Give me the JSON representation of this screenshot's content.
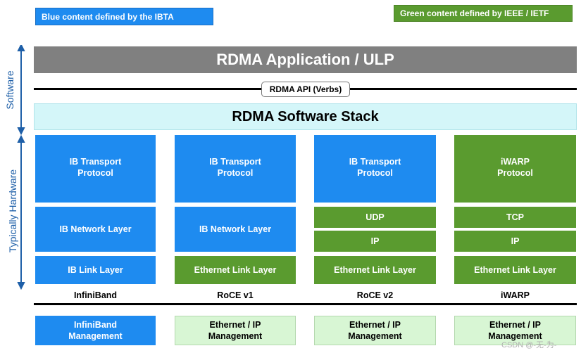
{
  "legend": {
    "blue": "Blue content defined by the IBTA",
    "green": "Green content defined by IEEE / IETF"
  },
  "side_labels": {
    "software": "Software",
    "hardware": "Typically Hardware"
  },
  "layers": {
    "application": "RDMA Application / ULP",
    "api": "RDMA API (Verbs)",
    "software_stack": "RDMA Software Stack"
  },
  "columns": [
    {
      "name": "InfiniBand",
      "transport": "IB Transport\nProtocol",
      "network": "IB Network Layer",
      "link": "IB Link Layer",
      "management": "InfiniBand\nManagement"
    },
    {
      "name": "RoCE v1",
      "transport": "IB Transport\nProtocol",
      "network": "IB Network Layer",
      "link": "Ethernet Link Layer",
      "management": "Ethernet / IP\nManagement"
    },
    {
      "name": "RoCE v2",
      "transport": "IB Transport\nProtocol",
      "network_upper": "UDP",
      "network_lower": "IP",
      "link": "Ethernet Link Layer",
      "management": "Ethernet / IP\nManagement"
    },
    {
      "name": "iWARP",
      "transport": "iWARP\nProtocol",
      "network_upper": "TCP",
      "network_lower": "IP",
      "link": "Ethernet Link Layer",
      "management": "Ethernet / IP\nManagement"
    }
  ],
  "watermark": "CSDN @-无-为-",
  "colors": {
    "ibta_blue": "#1e8bf0",
    "ieee_green": "#5a9b2f",
    "app_gray": "#808080",
    "stack_cyan": "#d4f6f9",
    "mgmt_lightgreen": "#d8f6d4"
  }
}
